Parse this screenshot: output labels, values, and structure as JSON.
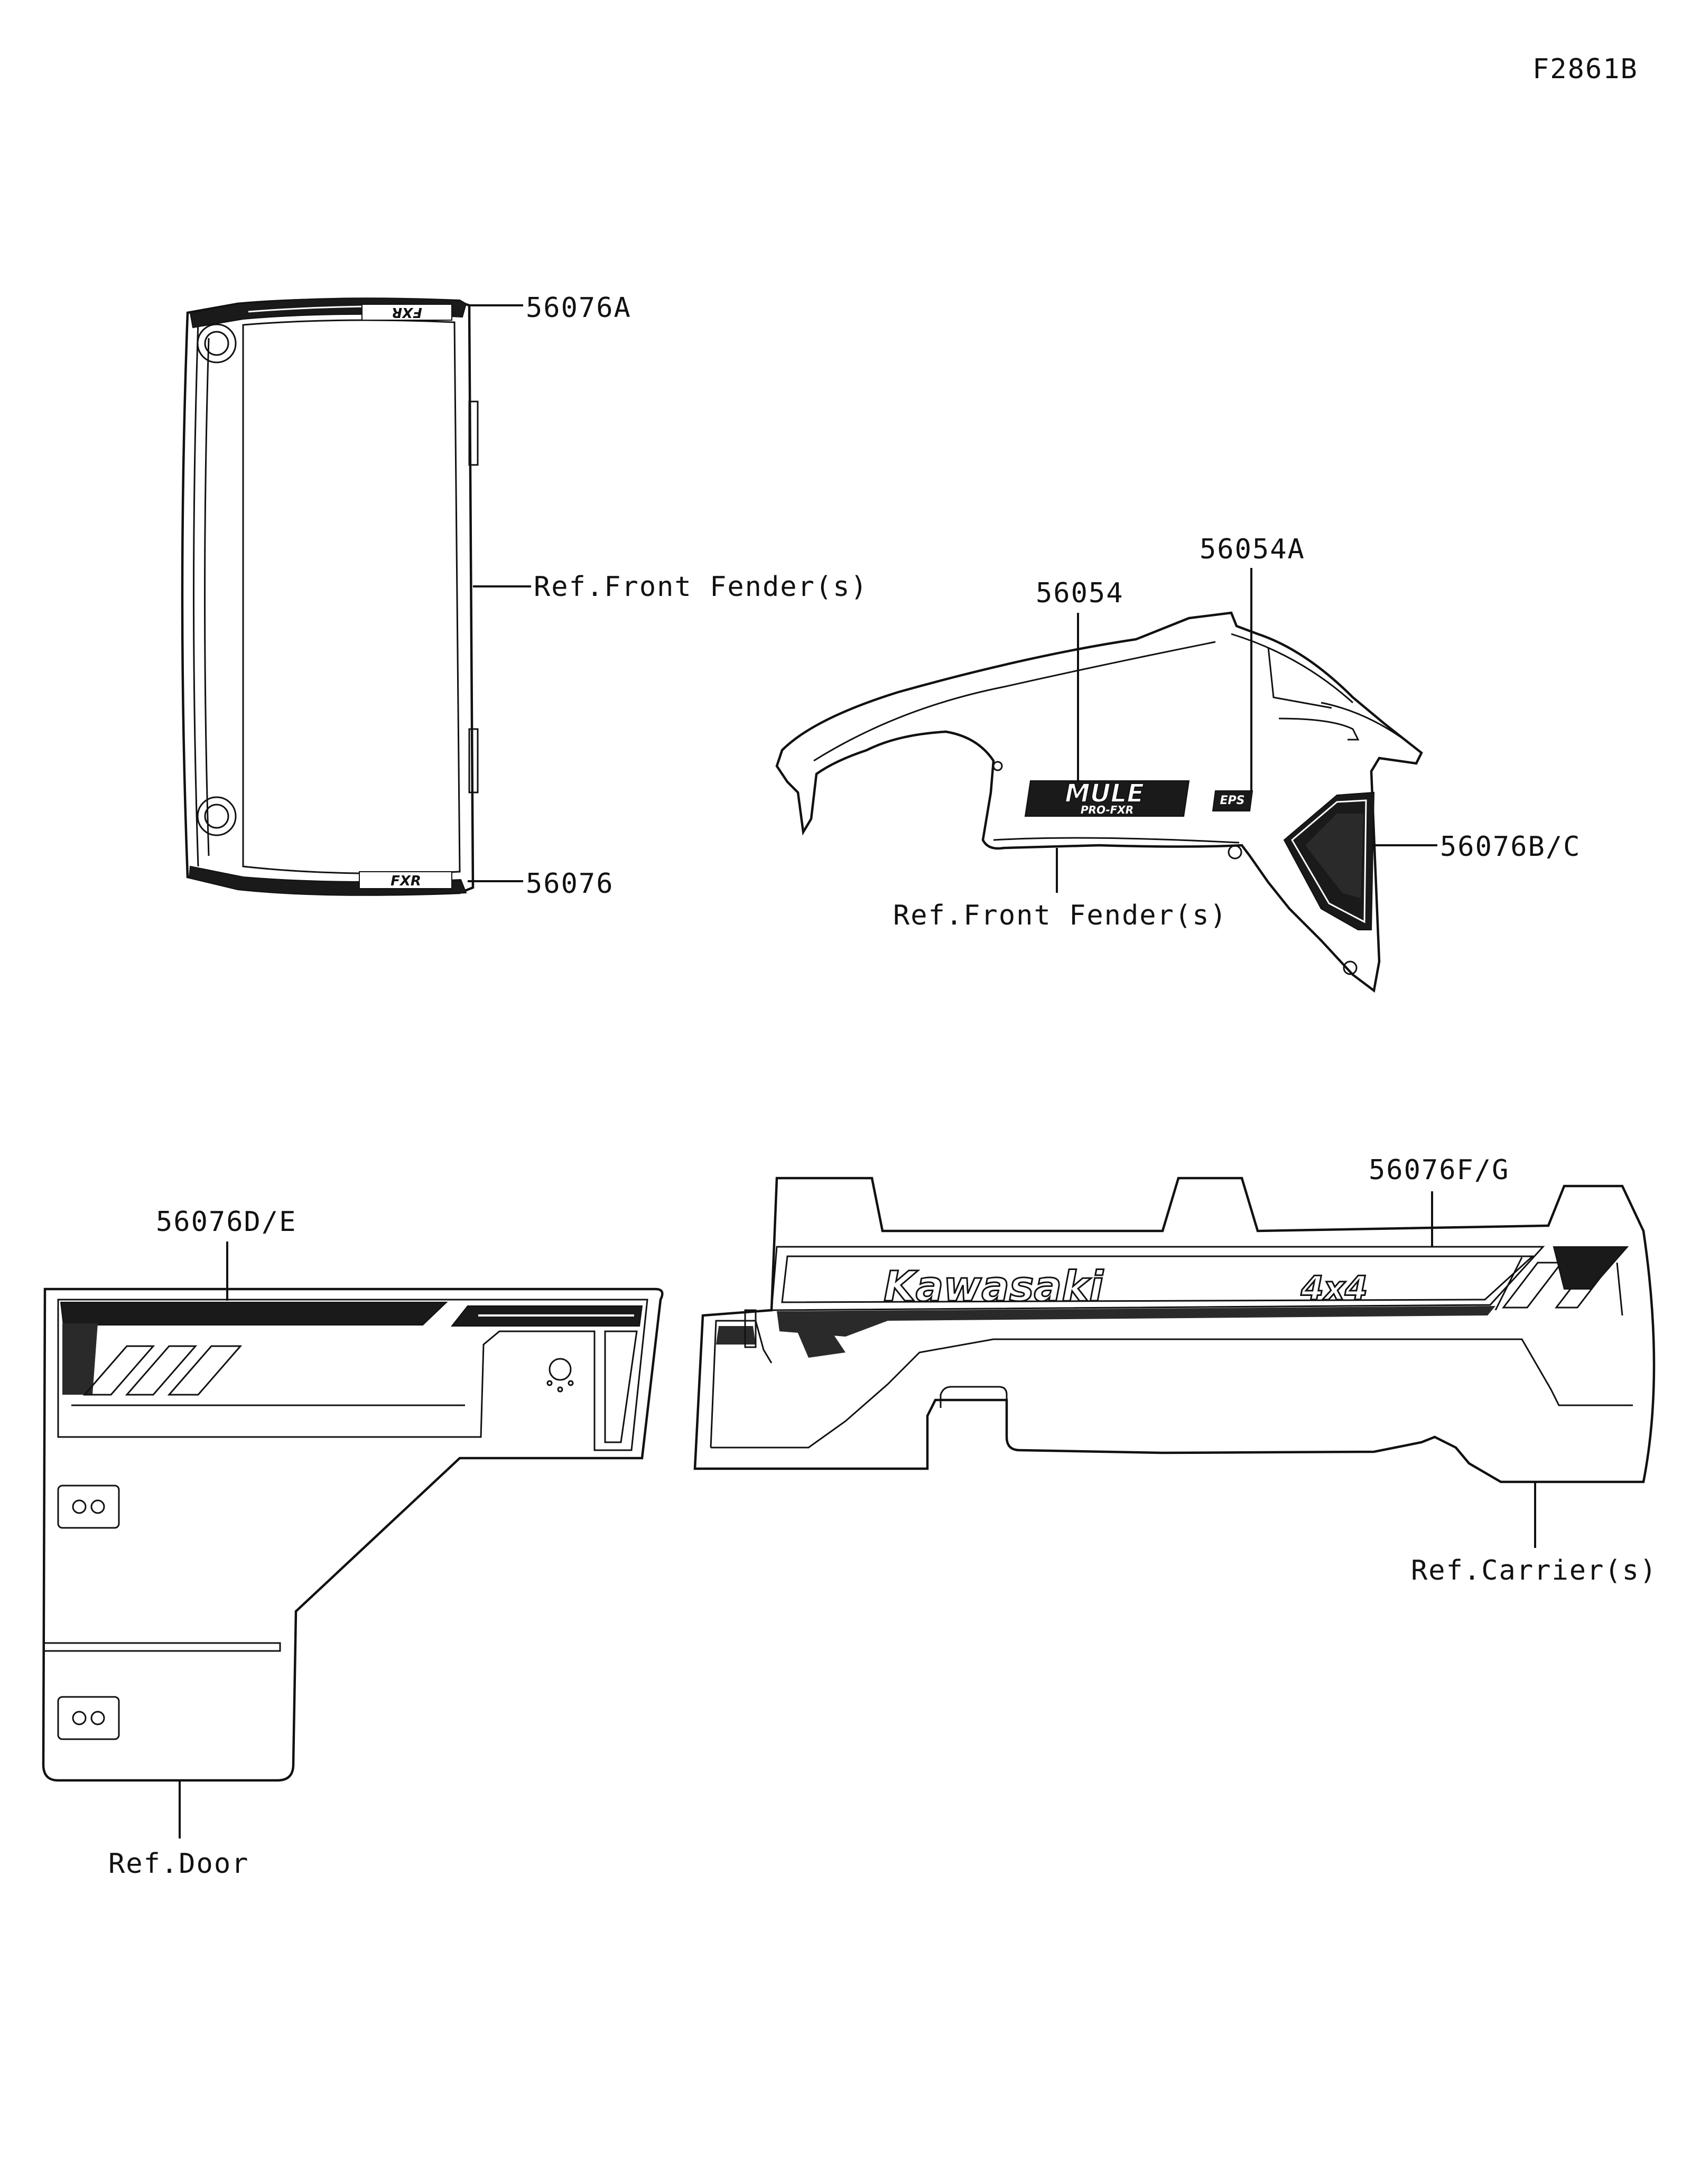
{
  "diagram_id": "F2861B",
  "callouts": {
    "front_grille_top": "56076A",
    "front_grille_bottom": "56076",
    "front_grille_ref": "Ref.Front Fender(s)",
    "fender_mule": "56054",
    "fender_eps": "56054A",
    "fender_side": "56076B/C",
    "fender_ref": "Ref.Front Fender(s)",
    "door": "56076D/E",
    "door_ref": "Ref.Door",
    "carrier": "56076F/G",
    "carrier_ref": "Ref.Carrier(s)"
  },
  "decal_text": {
    "grille_top": "FXR",
    "grille_bottom": "FXR",
    "mule": "MULE",
    "mule_sub": "PRO-FXR",
    "eps": "EPS",
    "kawasaki": "Kawasaki",
    "four_by_four": "4x4"
  }
}
